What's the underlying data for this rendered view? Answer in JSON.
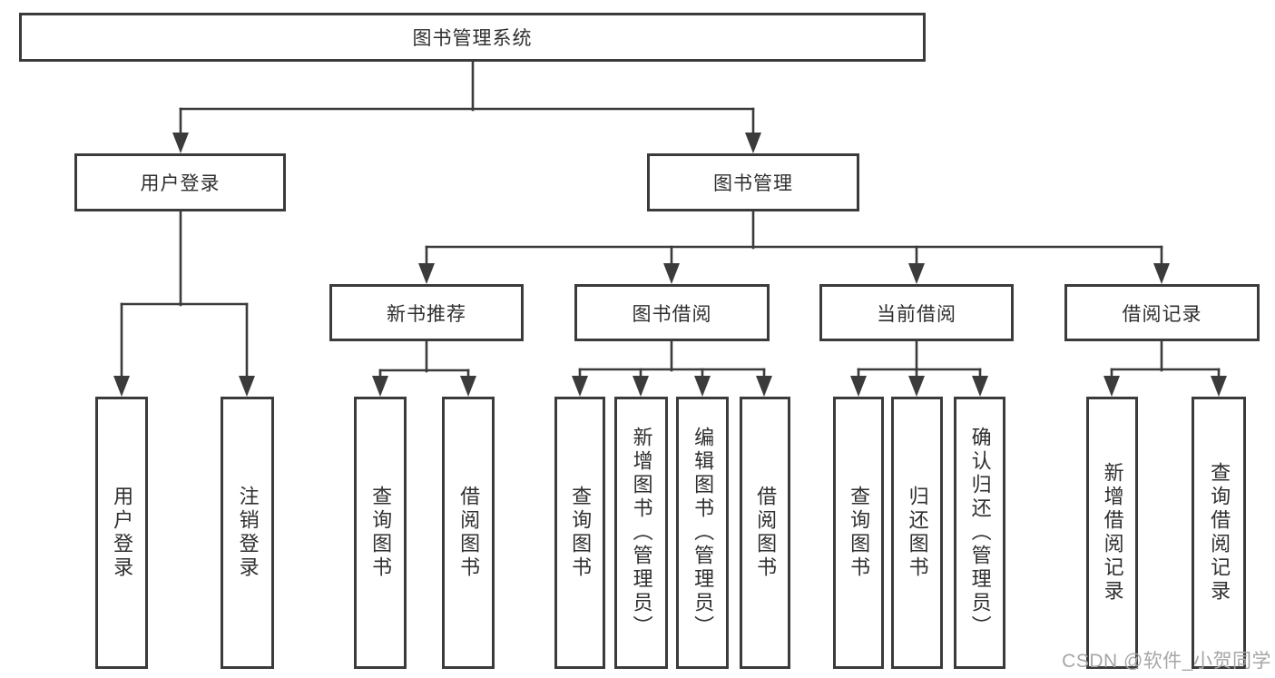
{
  "tree": {
    "label": "图书管理系统",
    "children": [
      {
        "label": "用户登录",
        "children": [
          {
            "label": "用户登录"
          },
          {
            "label": "注销登录"
          }
        ]
      },
      {
        "label": "图书管理",
        "children": [
          {
            "label": "新书推荐",
            "children": [
              {
                "label": "查询图书"
              },
              {
                "label": "借阅图书"
              }
            ]
          },
          {
            "label": "图书借阅",
            "children": [
              {
                "label": "查询图书"
              },
              {
                "label": "新增图书（管理员）"
              },
              {
                "label": "编辑图书（管理员）"
              },
              {
                "label": "借阅图书"
              }
            ]
          },
          {
            "label": "当前借阅",
            "children": [
              {
                "label": "查询图书"
              },
              {
                "label": "归还图书"
              },
              {
                "label": "确认归还（管理员）"
              }
            ]
          },
          {
            "label": "借阅记录",
            "children": [
              {
                "label": "新增借阅记录"
              },
              {
                "label": "查询借阅记录"
              }
            ]
          }
        ]
      }
    ]
  },
  "watermark": "CSDN @软件_小贺同学",
  "colors": {
    "line": "#3b3b3b",
    "box_border": "#3b3b3b",
    "text": "#2f2f2f",
    "watermark": "#a6a6a6"
  }
}
